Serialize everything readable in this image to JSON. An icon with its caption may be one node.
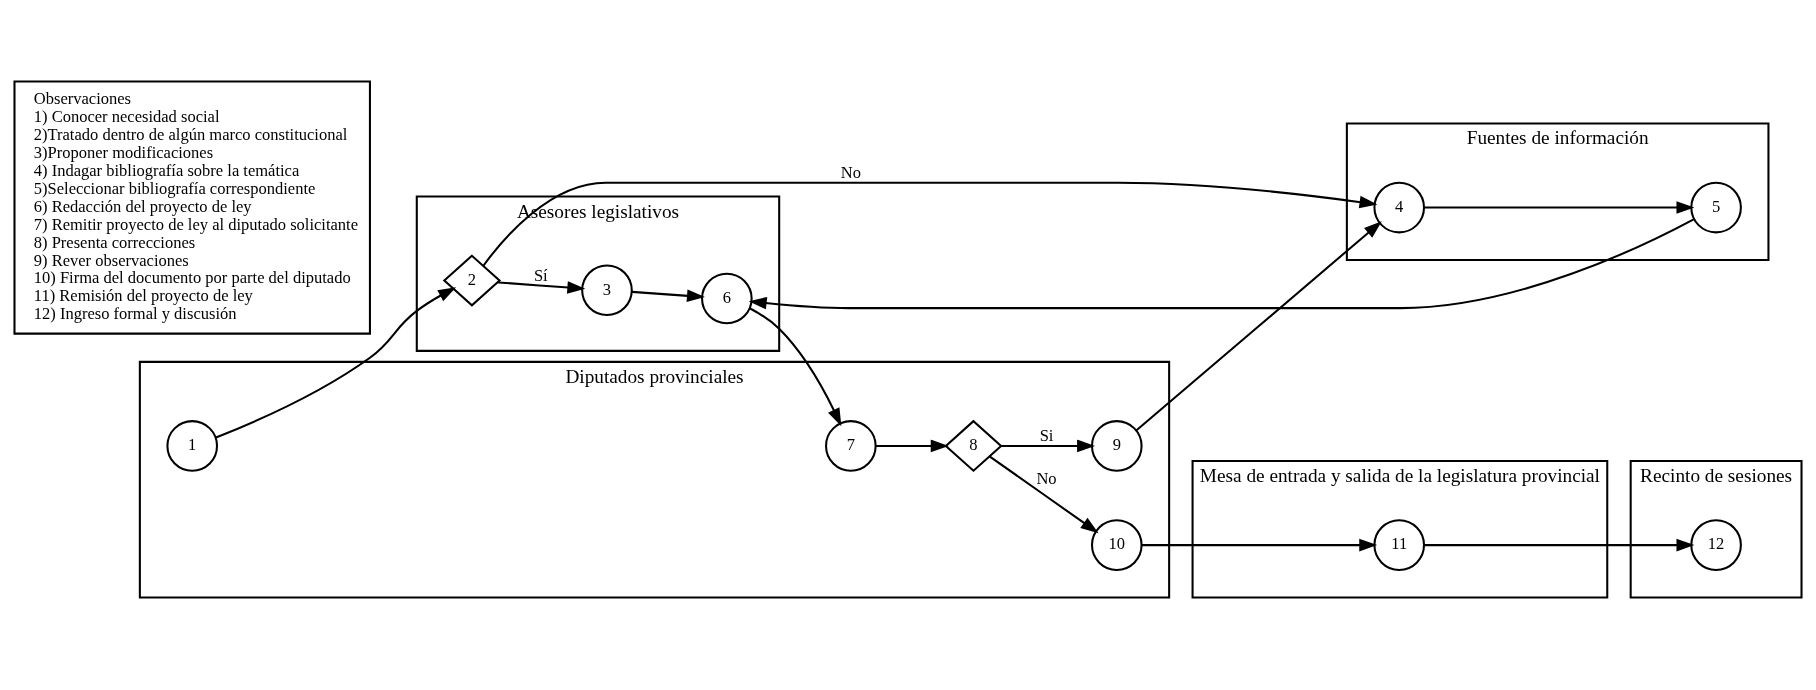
{
  "diagram": {
    "nodes": [
      {
        "text": [
          "Diputados provinciales"
        ]
      },
      {
        "text": [
          "Asesores legislativos"
        ]
      },
      {
        "text": [
          "Fuentes de información"
        ]
      },
      {
        "text": [
          "Mesa de entrada y salida de la legislatura provincial"
        ]
      },
      {
        "text": [
          "Recinto de sesiones"
        ]
      },
      {
        "text": [
          "Observaciones",
          "1) Conocer necesidad social",
          "2)Tratado dentro de algún marco constitucional",
          "3)Proponer modificaciones",
          "4) Indagar bibliografía sobre la temática",
          "5)Seleccionar bibliografía correspondiente",
          "6) Redacción del proyecto de ley",
          "7) Remitir proyecto de ley al diputado solicitante",
          "8) Presenta correcciones",
          "9) Rever observaciones",
          "10) Firma del documento por parte del diputado",
          "11) Remisión del proyecto de ley",
          "12) Ingreso formal y discusión"
        ]
      },
      {
        "text": [
          "1"
        ],
        "in": 0
      },
      {
        "text": [
          "2"
        ],
        "in": 1
      },
      {
        "text": [
          "3"
        ],
        "in": 1
      },
      {
        "text": [
          "4"
        ],
        "in": 2
      },
      {
        "text": [
          "5"
        ],
        "in": 2
      },
      {
        "text": [
          "6"
        ],
        "in": 1
      },
      {
        "text": [
          "7"
        ],
        "in": 0
      },
      {
        "text": [
          "8"
        ],
        "in": 0
      },
      {
        "text": [
          "9"
        ],
        "in": 0
      },
      {
        "text": [
          "10"
        ],
        "in": 0
      },
      {
        "text": [
          "11"
        ],
        "in": 3
      },
      {
        "text": [
          "12"
        ],
        "in": 4
      }
    ],
    "edges": [
      {
        "from": 6,
        "to": 7,
        "arrow": "to"
      },
      {
        "from": 7,
        "to": 8,
        "arrow": "to",
        "label": "Sí"
      },
      {
        "from": 7,
        "to": 9,
        "arrow": "to",
        "label": "No"
      },
      {
        "from": 8,
        "to": 11,
        "arrow": "to"
      },
      {
        "from": 9,
        "to": 10,
        "arrow": "to"
      },
      {
        "from": 10,
        "to": 11,
        "arrow": "to"
      },
      {
        "from": 11,
        "to": 12,
        "arrow": "to"
      },
      {
        "from": 12,
        "to": 13,
        "arrow": "to"
      },
      {
        "from": 13,
        "to": 15,
        "arrow": "to",
        "label": "No"
      },
      {
        "from": 13,
        "to": 14,
        "arrow": "to",
        "label": "Si"
      },
      {
        "from": 14,
        "to": 9,
        "arrow": "to"
      },
      {
        "from": 15,
        "to": 16,
        "arrow": "to"
      },
      {
        "from": 16,
        "to": 17,
        "arrow": "to"
      }
    ]
  }
}
